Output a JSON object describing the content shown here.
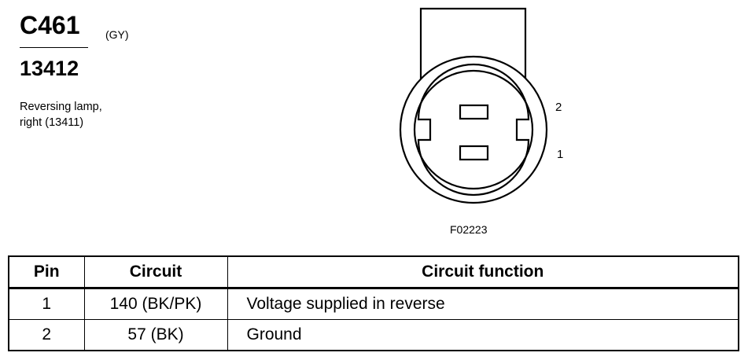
{
  "connector": {
    "id": "C461",
    "color_code": "(GY)",
    "part_number": "13412",
    "description_lines": [
      "Reversing lamp,",
      "right (13411)"
    ]
  },
  "diagram": {
    "pin_labels": [
      "2",
      "1"
    ],
    "figure_code": "F02223"
  },
  "table": {
    "headers": [
      "Pin",
      "Circuit",
      "Circuit function"
    ],
    "rows": [
      {
        "pin": "1",
        "circuit": "140 (BK/PK)",
        "function": "Voltage supplied in reverse"
      },
      {
        "pin": "2",
        "circuit": "57 (BK)",
        "function": "Ground"
      }
    ]
  }
}
